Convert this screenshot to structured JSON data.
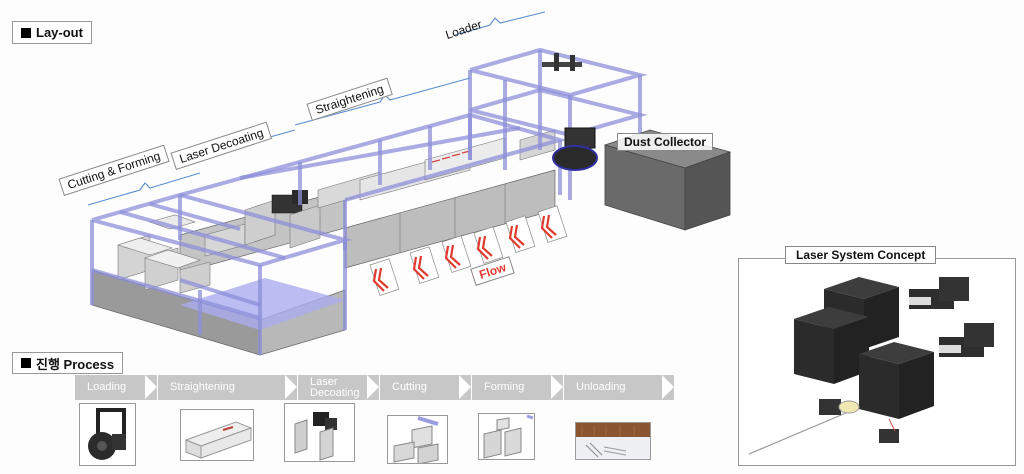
{
  "layout_section": {
    "title": "Lay-out",
    "icon": "square-bullet-icon"
  },
  "zone_labels": {
    "cutting_forming": "Cutting & Forming",
    "laser_decoating": "Laser Decoating",
    "straightening": "Straightening",
    "loader": "Loader",
    "dust_collector": "Dust Collector",
    "flow": "Flow"
  },
  "colors": {
    "frame": "#8c8fd8",
    "frame_fill": "#b5b7ea",
    "machine_gray": "#cfcfcf",
    "machine_dark": "#3a3a3a",
    "flow_red": "#e03a2f",
    "process_step": "#c7c7c7"
  },
  "process_section": {
    "title": "진행 Process",
    "icon": "square-bullet-icon",
    "steps": [
      {
        "label": "Loading"
      },
      {
        "label": "Straightening"
      },
      {
        "label": "Laser Decoating"
      },
      {
        "label": "Cutting"
      },
      {
        "label": "Forming"
      },
      {
        "label": "Unloading"
      }
    ]
  },
  "laser_concept": {
    "title": "Laser System Concept"
  }
}
